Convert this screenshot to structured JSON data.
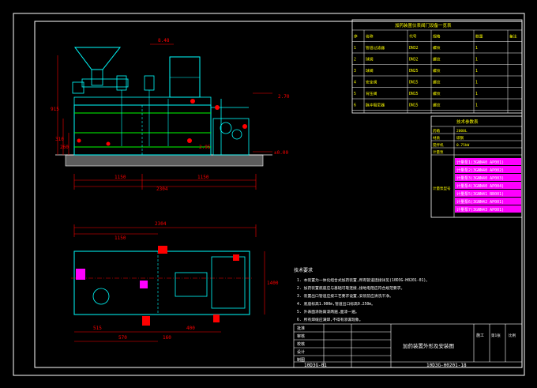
{
  "colors": {
    "background": "#000000",
    "border": "#ffffff",
    "equipment": "#00ffff",
    "tank_band": "#00ff00",
    "dimension": "#ff0000",
    "label_bg": "#ff00ff",
    "table_text": "#ffff00"
  },
  "front_view": {
    "level_1": "8.48",
    "level_2": "2.70",
    "level_3": "2.95",
    "level_4": "±0.00",
    "height_total": "915",
    "height_mid": "310",
    "height_low": "260",
    "width_left": "1150",
    "width_right": "1150",
    "width_total": "2304"
  },
  "plan_view": {
    "width_top": "2304",
    "width_left": "1150",
    "dim_a": "515",
    "dim_b": "570",
    "dim_c": "400",
    "dim_d": "160",
    "side_dim": "1400"
  },
  "equipment_table": {
    "title": "加药装置仪表阀门设备一览表",
    "headers": [
      "序",
      "名称",
      "代号",
      "规格",
      "数量",
      "备注"
    ],
    "rows": [
      [
        "1",
        "管道过滤器",
        "DN32",
        "螺纹",
        "1",
        ""
      ],
      [
        "2",
        "球阀",
        "DN32",
        "螺纹",
        "1",
        ""
      ],
      [
        "3",
        "球阀",
        "DN25",
        "螺纹",
        "1",
        ""
      ],
      [
        "4",
        "安全阀",
        "DN15",
        "螺纹",
        "1",
        ""
      ],
      [
        "5",
        "背压阀",
        "DN15",
        "螺纹",
        "1",
        ""
      ],
      [
        "6",
        "脉冲阻尼器",
        "DN15",
        "螺纹",
        "1",
        ""
      ]
    ]
  },
  "technical_table": {
    "title": "技术参数表",
    "rows": [
      [
        "药箱",
        "2000L"
      ],
      [
        "材质",
        "碳钢"
      ],
      [
        "搅拌机",
        "0.75kW"
      ],
      [
        "计量泵",
        ""
      ]
    ],
    "pump_label": "计量泵型号",
    "pumps": [
      "计量泵1(3GNN40 AP001)",
      "计量泵2(3GNN40 AP002)",
      "计量泵3(3GNN40 AP003)",
      "计量泵4(3GNN40 AP004)",
      "计量泵5(3GNN41 BB001)",
      "计量泵6(3GNN42 AP001)",
      "计量泵7(3GNN43 AP001)"
    ]
  },
  "notes": {
    "title": "技术要求",
    "items": [
      "1. 本装置为一体化组合式加药装置,所有管道连接详见(10D3G-H0201-01)。",
      "2. 加药装置底座应与基础可靠连接,接地电阻应符合规范要求。",
      "3. 装置出口管道应按工艺要求设置,安装前应清洗干净。",
      "4. 底座标高1.900m,管道出口标高0.250m。",
      "5. 外表面涂防腐漆两遍,面漆一遍。",
      "6. 所有焊缝应满焊,不得有渗漏现象。"
    ]
  },
  "title_block": {
    "drawing_name": "加药装置外形及安装图",
    "drawing_number": "10D3G-H0201-18",
    "left_number": "10D3G-01",
    "stage": "施工",
    "sheet": "第1张",
    "scale_label": "比例",
    "labels": [
      "批准",
      "审核",
      "校核",
      "设计",
      "制图"
    ]
  }
}
